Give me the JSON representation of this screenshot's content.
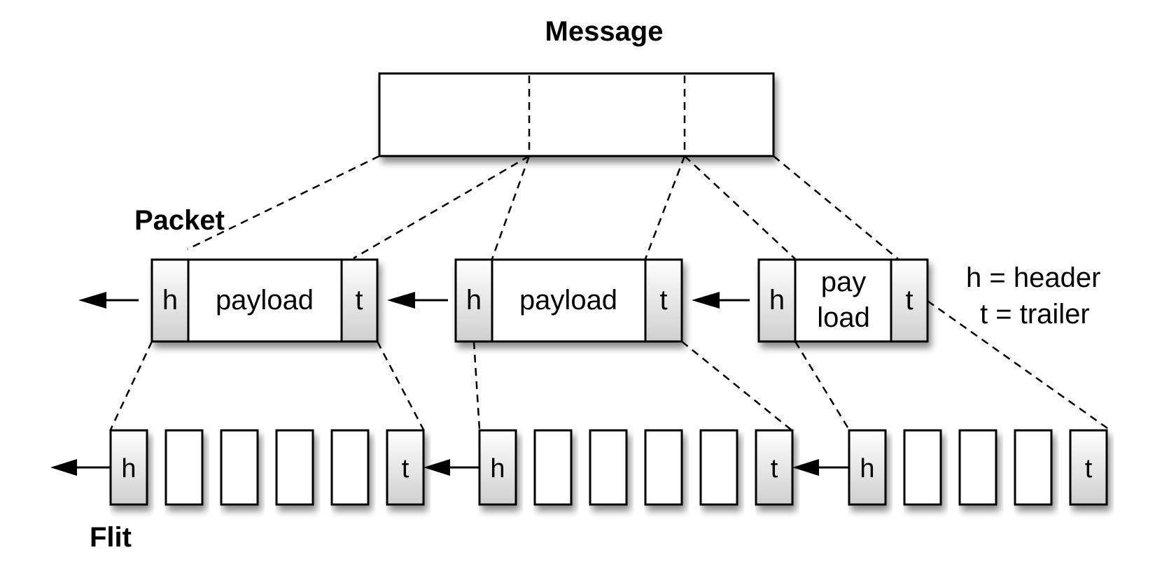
{
  "labels": {
    "message": "Message",
    "packet": "Packet",
    "flit": "Flit"
  },
  "packets": [
    {
      "header": "h",
      "payload": "payload",
      "trailer": "t"
    },
    {
      "header": "h",
      "payload": "payload",
      "trailer": "t"
    },
    {
      "header": "h",
      "payload_line1": "pay",
      "payload_line2": "load",
      "trailer": "t"
    }
  ],
  "flit_groups": [
    {
      "header": "h",
      "trailer": "t",
      "body_flits": 4
    },
    {
      "header": "h",
      "trailer": "t",
      "body_flits": 4
    },
    {
      "header": "h",
      "trailer": "t",
      "body_flits": 3
    }
  ],
  "legend": {
    "h": "h = header",
    "t": "t = trailer"
  }
}
